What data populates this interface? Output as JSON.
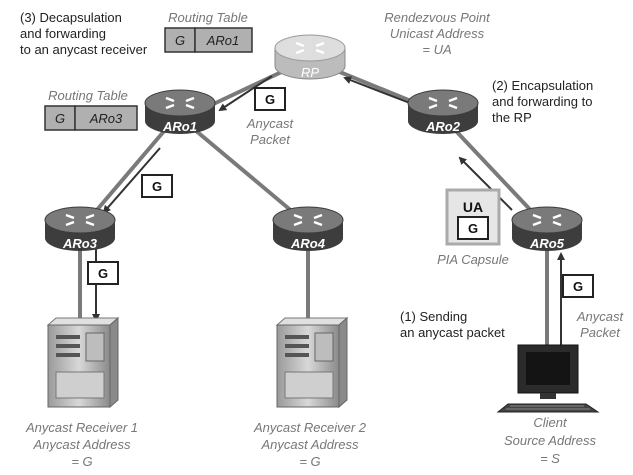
{
  "routers": {
    "rp": "RP",
    "aro1": "ARo1",
    "aro2": "ARo2",
    "aro3": "ARo3",
    "aro4": "ARo4",
    "aro5": "ARo5"
  },
  "routing_table_rp": {
    "title": "Routing Table",
    "key": "G",
    "value": "ARo1"
  },
  "routing_table_aro1": {
    "title": "Routing Table",
    "key": "G",
    "value": "ARo3"
  },
  "rendezvous": {
    "line1": "Rendezvous Point",
    "line2": "Unicast Address",
    "line3": "= UA"
  },
  "step1": {
    "line1": "(1) Sending",
    "line2": "an anycast packet"
  },
  "step2": {
    "line1": "(2) Encapsulation",
    "line2": "and forwarding to",
    "line3": "the RP"
  },
  "step3": {
    "line1": "(3) Decapsulation",
    "line2": "and forwarding",
    "line3": "to an anycast receiver"
  },
  "packets": {
    "anycast_label_1": "Anycast",
    "anycast_label_2": "Packet",
    "g": "G",
    "ua": "UA",
    "pia_capsule": "PIA Capsule"
  },
  "receiver1": {
    "line1": "Anycast Receiver 1",
    "line2": "Anycast Address",
    "line3": "= G"
  },
  "receiver2": {
    "line1": "Anycast Receiver 2",
    "line2": "Anycast Address",
    "line3": "= G"
  },
  "client": {
    "line1": "Client",
    "line2": "Source Address",
    "line3": "= S"
  },
  "colors": {
    "router_body": "#3d3d3d",
    "router_top": "#7a7a7a",
    "rp_body": "#c9c9c9",
    "link": "#777777",
    "arrow": "#333333",
    "label_gray": "#777777"
  }
}
